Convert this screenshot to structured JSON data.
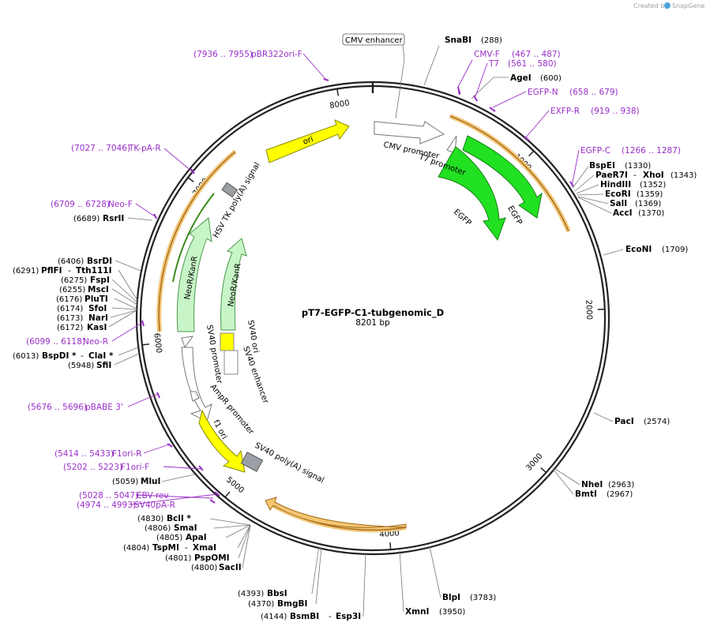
{
  "credit": {
    "prefix": "Created by",
    "brand": "SnapGene"
  },
  "plasmid": {
    "name": "pT7-EGFP-C1-tubgenomic_D",
    "length_label": "8201 bp",
    "length": 8201
  },
  "colors": {
    "backbone": "#222222",
    "primer": "#9a2fc8",
    "ori": "#ffff00",
    "egfp": "#22e022",
    "neo": "#c8f5c8",
    "primer_bind": "#f0c060"
  },
  "ticks": [
    {
      "bp": 1000,
      "label": "1000"
    },
    {
      "bp": 2000,
      "label": "2000"
    },
    {
      "bp": 3000,
      "label": "3000"
    },
    {
      "bp": 4000,
      "label": "4000"
    },
    {
      "bp": 5000,
      "label": "5000"
    },
    {
      "bp": 6000,
      "label": "6000"
    },
    {
      "bp": 7000,
      "label": "7000"
    },
    {
      "bp": 8000,
      "label": "8000"
    }
  ],
  "sites": [
    {
      "name": "SnaBI",
      "pos": "(288)",
      "bp": 288
    },
    {
      "name": "AgeI",
      "pos": "(600)",
      "bp": 600
    },
    {
      "name": "BspEI",
      "pos": "(1330)",
      "bp": 1330
    },
    {
      "name": "PaeR7I",
      "name2": "XhoI",
      "pos": "(1343)",
      "bp": 1343
    },
    {
      "name": "HindIII",
      "pos": "(1352)",
      "bp": 1352
    },
    {
      "name": "EcoRI",
      "pos": "(1359)",
      "bp": 1359
    },
    {
      "name": "SalI",
      "pos": "(1369)",
      "bp": 1369
    },
    {
      "name": "AccI",
      "pos": "(1370)",
      "bp": 1370
    },
    {
      "name": "EcoNI",
      "pos": "(1709)",
      "bp": 1709
    },
    {
      "name": "PacI",
      "pos": "(2574)",
      "bp": 2574
    },
    {
      "name": "NheI",
      "pos": "(2963)",
      "bp": 2963
    },
    {
      "name": "BmtI",
      "pos": "(2967)",
      "bp": 2967
    },
    {
      "name": "BlpI",
      "pos": "(3783)",
      "bp": 3783
    },
    {
      "name": "XmnI",
      "pos": "(3950)",
      "bp": 3950
    },
    {
      "name": "BsmBI",
      "name2": "Esp3I",
      "pos": "(4144)",
      "bp": 4144
    },
    {
      "name": "BmgBI",
      "pos": "(4370)",
      "bp": 4370
    },
    {
      "name": "BbsI",
      "pos": "(4393)",
      "bp": 4393
    },
    {
      "name": "SacII",
      "pos": "(4800)",
      "bp": 4800
    },
    {
      "name": "PspOMI",
      "pos": "(4801)",
      "bp": 4801
    },
    {
      "name": "TspMI",
      "name2": "XmaI",
      "pos": "(4804)",
      "bp": 4804
    },
    {
      "name": "ApaI",
      "pos": "(4805)",
      "bp": 4805
    },
    {
      "name": "SmaI",
      "pos": "(4806)",
      "bp": 4806
    },
    {
      "name": "BclI *",
      "pos": "(4830)",
      "bp": 4830
    },
    {
      "name": "MluI",
      "pos": "(5059)",
      "bp": 5059
    },
    {
      "name": "SfiI",
      "pos": "(5948)",
      "bp": 5948
    },
    {
      "name": "BspDI *",
      "name2": "ClaI *",
      "pos": "(6013)",
      "bp": 6013
    },
    {
      "name": "KasI",
      "pos": "(6172)",
      "bp": 6172
    },
    {
      "name": "NarI",
      "pos": "(6173)",
      "bp": 6173
    },
    {
      "name": "SfoI",
      "pos": "(6174)",
      "bp": 6174
    },
    {
      "name": "PluTI",
      "pos": "(6176)",
      "bp": 6176
    },
    {
      "name": "MscI",
      "pos": "(6255)",
      "bp": 6255
    },
    {
      "name": "FspI",
      "pos": "(6275)",
      "bp": 6275
    },
    {
      "name": "PflFI",
      "name2": "Tth111I",
      "pos": "(6291)",
      "bp": 6291
    },
    {
      "name": "BsrDI",
      "pos": "(6406)",
      "bp": 6406
    },
    {
      "name": "RsrII",
      "pos": "(6689)",
      "bp": 6689
    }
  ],
  "primers": [
    {
      "name": "CMV-F",
      "range": "(467 .. 487)",
      "bp": 477
    },
    {
      "name": "T7",
      "range": "(561 .. 580)",
      "bp": 570
    },
    {
      "name": "EGFP-N",
      "range": "(658 .. 679)",
      "bp": 668
    },
    {
      "name": "EXFP-R",
      "range": "(919 .. 938)",
      "bp": 928
    },
    {
      "name": "EGFP-C",
      "range": "(1266 .. 1287)",
      "bp": 1276
    },
    {
      "name": "EBV-rev",
      "range": "(5028 .. 5047)",
      "bp": 5037
    },
    {
      "name": "SV40pA-R",
      "range": "(4974 .. 4993)",
      "bp": 4983
    },
    {
      "name": "F1ori-F",
      "range": "(5202 .. 5223)",
      "bp": 5212
    },
    {
      "name": "F1ori-R",
      "range": "(5414 .. 5433)",
      "bp": 5423
    },
    {
      "name": "pBABE 3'",
      "range": "(5676 .. 5696)",
      "bp": 5686
    },
    {
      "name": "Neo-R",
      "range": "(6099 .. 6118)",
      "bp": 6108
    },
    {
      "name": "Neo-F",
      "range": "(6709 .. 6728)",
      "bp": 6718
    },
    {
      "name": "TK-pA-R",
      "range": "(7027 .. 7046)",
      "bp": 7036
    },
    {
      "name": "pBR322ori-F",
      "range": "(7936 .. 7955)",
      "bp": 7945
    }
  ],
  "features": {
    "cmv_enhancer": "CMV enhancer",
    "cmv_promoter": "CMV promoter",
    "t7_promoter": "T7 promoter",
    "egfp_outer": "EGFP",
    "egfp_inner": "EGFP",
    "ori": "ori",
    "hsv_tk": "HSV TK poly(A) signal",
    "neo_outer": "NeoR/KanR",
    "neo_inner": "NeoR/KanR",
    "sv40_ori": "SV40 ori",
    "sv40_enhancer": "SV40 enhancer",
    "sv40_promoter": "SV40 promoter",
    "ampr_promoter": "AmpR promoter",
    "f1_ori": "f1 ori",
    "sv40_polya": "SV40 poly(A) signal"
  }
}
